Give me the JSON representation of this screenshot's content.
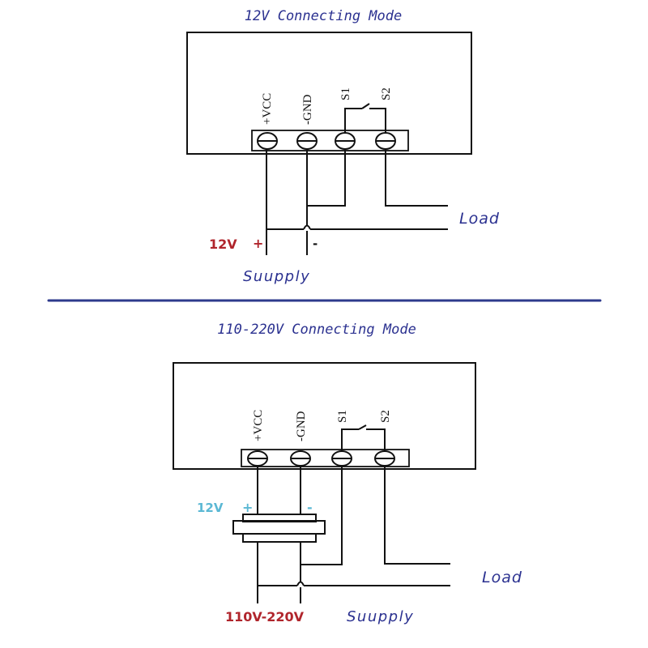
{
  "colors": {
    "title": "#2b3190",
    "red_label": "#b0252c",
    "cyan_label": "#5bb8d4",
    "divider": "#2d3a8c",
    "wire": "#111111"
  },
  "section_12v": {
    "title": "12V Connecting Mode",
    "pins": [
      "+VCC",
      "-GND",
      "S1",
      "S2"
    ],
    "load_label": "Load",
    "supply_label": "Suupply",
    "voltage_label": "12V",
    "plus_sign": "+",
    "minus_sign": "-"
  },
  "section_220v": {
    "title": "110-220V Connecting Mode",
    "pins": [
      "+VCC",
      "-GND",
      "S1",
      "S2"
    ],
    "load_label": "Load",
    "supply_label": "Suupply",
    "module_voltage_label": "12V",
    "module_plus_sign": "+",
    "module_minus_sign": "-",
    "voltage_label": "110V-220V"
  }
}
